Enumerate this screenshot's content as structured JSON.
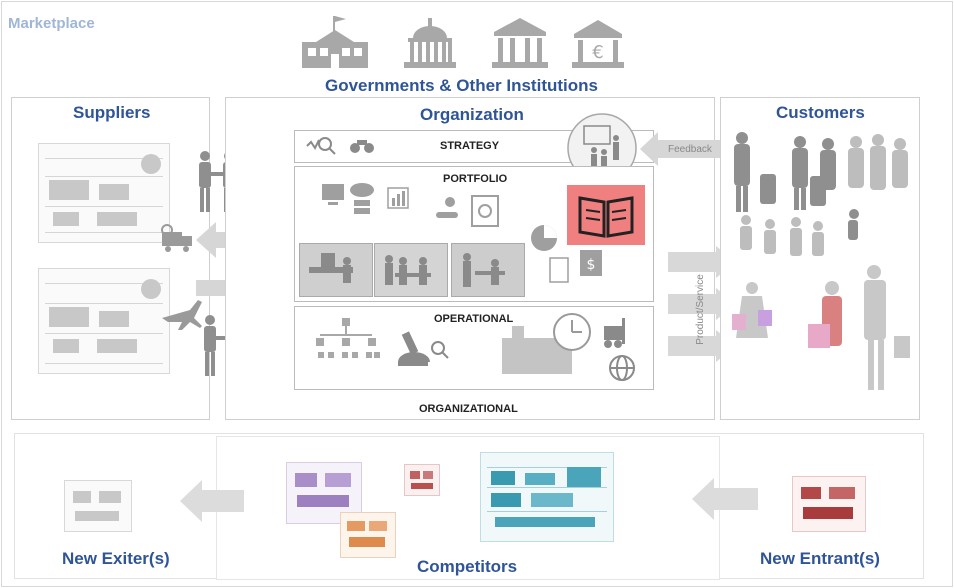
{
  "marketplace_label": "Marketplace",
  "governments_label": "Governments & Other Institutions",
  "suppliers_label": "Suppliers",
  "organization_label": "Organization",
  "customers_label": "Customers",
  "strategy_label": "STRATEGY",
  "portfolio_label": "PORTFOLIO",
  "operational_label": "OPERATIONAL",
  "organizational_label": "ORGANIZATIONAL",
  "feedback_label": "Feedback",
  "product_service_label": "Product/Service",
  "new_exiters_label": "New Exiter(s)",
  "competitors_label": "Competitors",
  "new_entrants_label": "New Entrant(s)",
  "colors": {
    "title_blue": "#2f5597",
    "highlight_red": "#f08080",
    "icon_gray": "#9a9a9a",
    "arrow_gray": "#d3d3d3"
  },
  "icons": [
    "school-building-icon",
    "capitol-icon",
    "bank-icon",
    "euro-bank-icon",
    "handshake-icon",
    "truck-icon",
    "airplane-icon",
    "presentation-icon",
    "book-icon",
    "pie-chart-icon",
    "clock-icon",
    "microscope-icon",
    "org-chart-icon",
    "globe-icon",
    "shopping-people-icon"
  ]
}
